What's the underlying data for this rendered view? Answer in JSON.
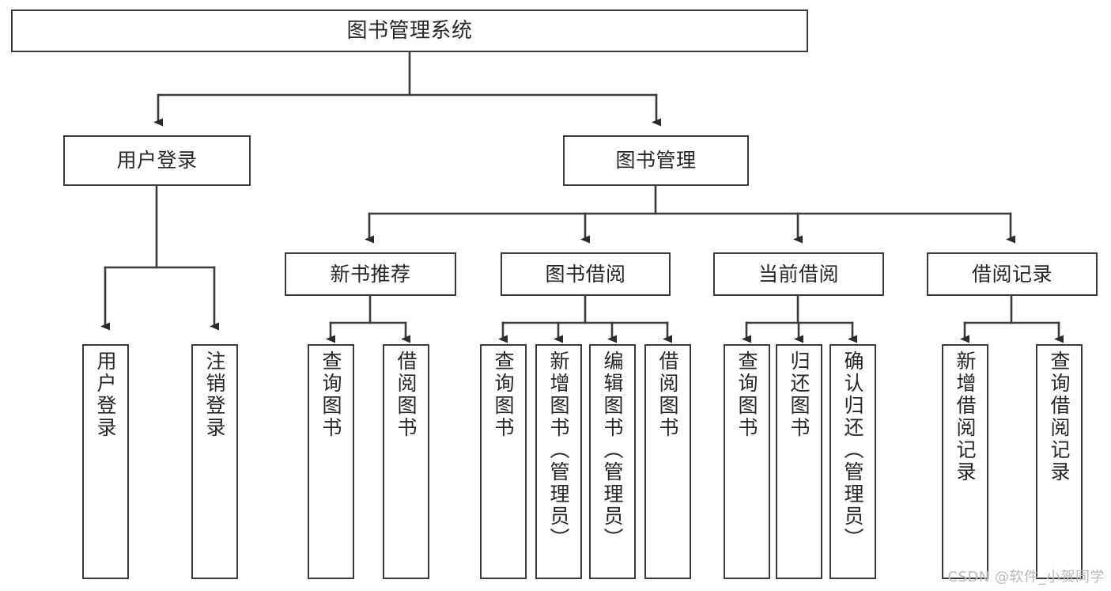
{
  "diagram": {
    "type": "tree",
    "title": "图书管理系统",
    "background_color": "#ffffff",
    "line_color": "#3b3b3b",
    "text_color": "#262626",
    "root": {
      "id": "root",
      "label": "图书管理系统",
      "orientation": "horizontal"
    },
    "level1": [
      {
        "id": "user-login",
        "label": "用户登录",
        "orientation": "horizontal"
      },
      {
        "id": "book-manage",
        "label": "图书管理",
        "orientation": "horizontal"
      }
    ],
    "level2": [
      {
        "id": "new-book-recommend",
        "label": "新书推荐",
        "orientation": "horizontal",
        "parent": "book-manage"
      },
      {
        "id": "book-borrow",
        "label": "图书借阅",
        "orientation": "horizontal",
        "parent": "book-manage"
      },
      {
        "id": "current-borrow",
        "label": "当前借阅",
        "orientation": "horizontal",
        "parent": "book-manage"
      },
      {
        "id": "borrow-record",
        "label": "借阅记录",
        "orientation": "horizontal",
        "parent": "book-manage"
      }
    ],
    "leaves": [
      {
        "id": "leaf-user-login",
        "label": "用户登录",
        "parent": "user-login"
      },
      {
        "id": "leaf-user-logout",
        "label": "注销登录",
        "parent": "user-login"
      },
      {
        "id": "leaf-query-book-1",
        "label": "查询图书",
        "parent": "new-book-recommend"
      },
      {
        "id": "leaf-borrow-book-1",
        "label": "借阅图书",
        "parent": "new-book-recommend"
      },
      {
        "id": "leaf-query-book-2",
        "label": "查询图书",
        "parent": "book-borrow"
      },
      {
        "id": "leaf-add-book",
        "label": "新增图书（管理员）",
        "parent": "book-borrow"
      },
      {
        "id": "leaf-edit-book",
        "label": "编辑图书（管理员）",
        "parent": "book-borrow"
      },
      {
        "id": "leaf-borrow-book-2",
        "label": "借阅图书",
        "parent": "book-borrow"
      },
      {
        "id": "leaf-query-book-3",
        "label": "查询图书",
        "parent": "current-borrow"
      },
      {
        "id": "leaf-return-book",
        "label": "归还图书",
        "parent": "current-borrow"
      },
      {
        "id": "leaf-confirm-return",
        "label": "确认归还（管理员）",
        "parent": "current-borrow"
      },
      {
        "id": "leaf-add-record",
        "label": "新增借阅记录",
        "parent": "borrow-record"
      },
      {
        "id": "leaf-query-record",
        "label": "查询借阅记录",
        "parent": "borrow-record"
      }
    ]
  },
  "watermark": {
    "text": "CSDN @软件_小贺同学"
  }
}
